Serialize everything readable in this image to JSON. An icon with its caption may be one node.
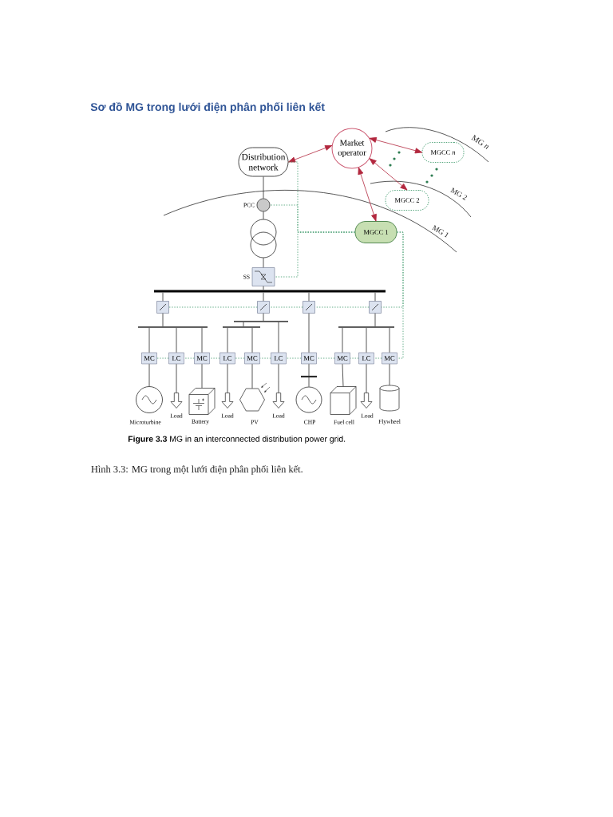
{
  "diagram": {
    "title": "Sơ đồ MG trong lưới điện phân phối liên kết",
    "caption": "**Figure 3.3** MG in an interconnected distribution power grid.",
    "nodes": [
      {
        "text": [
          "Distribution network"
        ]
      },
      {
        "text": [
          "Market operator"
        ]
      },
      {
        "text": [
          "MGCC *n*"
        ]
      },
      {
        "text": [
          "MGCC 2"
        ]
      },
      {
        "text": [
          "MGCC 1"
        ]
      },
      {
        "text": [],
        "shape": "circle",
        "beside": [
          "PCC"
        ]
      },
      {
        "text": [],
        "shape": "transformer"
      },
      {
        "text": [],
        "shape": "box",
        "beside": [
          "SS"
        ]
      },
      {
        "text": [],
        "shape": "bar"
      },
      {
        "text": [],
        "shape": "box"
      },
      {
        "text": [],
        "shape": "box"
      },
      {
        "text": [],
        "shape": "box"
      },
      {
        "text": [],
        "shape": "box"
      },
      {
        "text": [],
        "shape": "bar"
      },
      {
        "text": [],
        "shape": "bar"
      },
      {
        "text": [],
        "shape": "bar"
      },
      {
        "text": [],
        "shape": "bar"
      },
      {
        "text": [
          "MC"
        ]
      },
      {
        "text": [
          "LC"
        ]
      },
      {
        "text": [
          "MC"
        ]
      },
      {
        "text": [
          "LC"
        ]
      },
      {
        "text": [
          "MC"
        ]
      },
      {
        "text": [
          "LC"
        ]
      },
      {
        "text": [
          "MC"
        ]
      },
      {
        "text": [
          "MC"
        ]
      },
      {
        "text": [
          "LC"
        ]
      },
      {
        "text": [
          "MC"
        ]
      },
      {
        "text": [],
        "shape": "circle",
        "beside": [
          "Microturbine"
        ]
      },
      {
        "text": [],
        "shape": "arrow",
        "beside": [
          "Load"
        ]
      },
      {
        "text": [],
        "shape": "cube",
        "beside": [
          "Battery"
        ]
      },
      {
        "text": [],
        "shape": "arrow",
        "beside": [
          "Load"
        ]
      },
      {
        "text": [],
        "shape": "hexagon",
        "beside": [
          "PV"
        ]
      },
      {
        "text": [],
        "shape": "arrow",
        "beside": [
          "Load"
        ]
      },
      {
        "text": [],
        "shape": "circle",
        "beside": [
          "CHP"
        ]
      },
      {
        "text": [],
        "shape": "cube",
        "beside": [
          "Fuel cell"
        ]
      },
      {
        "text": [],
        "shape": "arrow",
        "beside": [
          "Load"
        ]
      },
      {
        "text": [],
        "shape": "cylinder",
        "beside": [
          "Flywheel"
        ]
      }
    ],
    "edges": [
      {
        "from": 0,
        "to": 5,
        "arrow": "none"
      },
      {
        "from": 5,
        "to": 6,
        "arrow": "none"
      },
      {
        "from": 6,
        "to": 7,
        "arrow": "none"
      },
      {
        "from": 7,
        "to": 8,
        "arrow": "none"
      },
      {
        "from": 8,
        "to": 9,
        "arrow": "none"
      },
      {
        "from": 8,
        "to": 10,
        "arrow": "none"
      },
      {
        "from": 8,
        "to": 11,
        "arrow": "none"
      },
      {
        "from": 8,
        "to": 12,
        "arrow": "none"
      },
      {
        "from": 9,
        "to": 13,
        "arrow": "none"
      },
      {
        "from": 10,
        "to": 14,
        "arrow": "none"
      },
      {
        "from": 14,
        "to": 15,
        "arrow": "none"
      },
      {
        "from": 11,
        "to": 23,
        "arrow": "none"
      },
      {
        "from": 12,
        "to": 16,
        "arrow": "none"
      },
      {
        "from": 13,
        "to": 17,
        "arrow": "none"
      },
      {
        "from": 13,
        "to": 18,
        "arrow": "none"
      },
      {
        "from": 13,
        "to": 19,
        "arrow": "none"
      },
      {
        "from": 15,
        "to": 20,
        "arrow": "none"
      },
      {
        "from": 15,
        "to": 21,
        "arrow": "none"
      },
      {
        "from": 14,
        "to": 22,
        "arrow": "none"
      },
      {
        "from": 16,
        "to": 24,
        "arrow": "none"
      },
      {
        "from": 16,
        "to": 25,
        "arrow": "none"
      },
      {
        "from": 16,
        "to": 26,
        "arrow": "none"
      },
      {
        "from": 17,
        "to": 27,
        "arrow": "none"
      },
      {
        "from": 18,
        "to": 28,
        "arrow": "none"
      },
      {
        "from": 19,
        "to": 29,
        "arrow": "none"
      },
      {
        "from": 20,
        "to": 30,
        "arrow": "none"
      },
      {
        "from": 21,
        "to": 31,
        "arrow": "none"
      },
      {
        "from": 22,
        "to": 32,
        "arrow": "none"
      },
      {
        "from": 23,
        "to": 33,
        "arrow": "none"
      },
      {
        "from": 24,
        "to": 34,
        "arrow": "none"
      },
      {
        "from": 25,
        "to": 35,
        "arrow": "none"
      },
      {
        "from": 26,
        "to": 36,
        "arrow": "none"
      },
      {
        "from": 1,
        "to": 0,
        "arrow": "both",
        "color": "#b3283f"
      },
      {
        "from": 1,
        "to": 2,
        "arrow": "both",
        "color": "#b3283f"
      },
      {
        "from": 1,
        "to": 3,
        "arrow": "both",
        "color": "#b3283f"
      },
      {
        "from": 1,
        "to": 4,
        "arrow": "both",
        "color": "#b3283f"
      },
      {
        "from": 4,
        "to": 0,
        "arrow": "none",
        "style": "dashed",
        "color": "#3f9a6c"
      },
      {
        "from": 4,
        "to": 5,
        "arrow": "none",
        "style": "dashed",
        "color": "#3f9a6c"
      },
      {
        "from": 4,
        "to": 7,
        "arrow": "none",
        "style": "dashed",
        "color": "#3f9a6c"
      },
      {
        "from": 4,
        "to": 12,
        "arrow": "none",
        "style": "dashed",
        "color": "#3f9a6c"
      },
      {
        "from": 4,
        "to": 26,
        "arrow": "none",
        "style": "dashed",
        "color": "#3f9a6c"
      },
      {
        "from": 12,
        "to": 11,
        "arrow": "none",
        "style": "dashed",
        "color": "#3f9a6c"
      },
      {
        "from": 11,
        "to": 10,
        "arrow": "none",
        "style": "dashed",
        "color": "#3f9a6c"
      },
      {
        "from": 10,
        "to": 9,
        "arrow": "none",
        "style": "dashed",
        "color": "#3f9a6c"
      },
      {
        "from": 26,
        "to": 25,
        "arrow": "none",
        "style": "dashed",
        "color": "#3f9a6c"
      },
      {
        "from": 25,
        "to": 24,
        "arrow": "none",
        "style": "dashed",
        "color": "#3f9a6c"
      },
      {
        "from": 24,
        "to": 23,
        "arrow": "none",
        "style": "dashed",
        "color": "#3f9a6c"
      },
      {
        "from": 23,
        "to": 22,
        "arrow": "none",
        "style": "dashed",
        "color": "#3f9a6c"
      },
      {
        "from": 22,
        "to": 21,
        "arrow": "none",
        "style": "dashed",
        "color": "#3f9a6c"
      },
      {
        "from": 21,
        "to": 20,
        "arrow": "none",
        "style": "dashed",
        "color": "#3f9a6c"
      },
      {
        "from": 20,
        "to": 19,
        "arrow": "none",
        "style": "dashed",
        "color": "#3f9a6c"
      },
      {
        "from": 19,
        "to": 18,
        "arrow": "none",
        "style": "dashed",
        "color": "#3f9a6c"
      },
      {
        "from": 18,
        "to": 17,
        "arrow": "none",
        "style": "dashed",
        "color": "#3f9a6c"
      }
    ],
    "labels": [
      "MG *n*",
      "MG 2",
      "MG 1",
      "Hình 3.3: MG trong một lưới điện phân phối liên kết."
    ]
  }
}
